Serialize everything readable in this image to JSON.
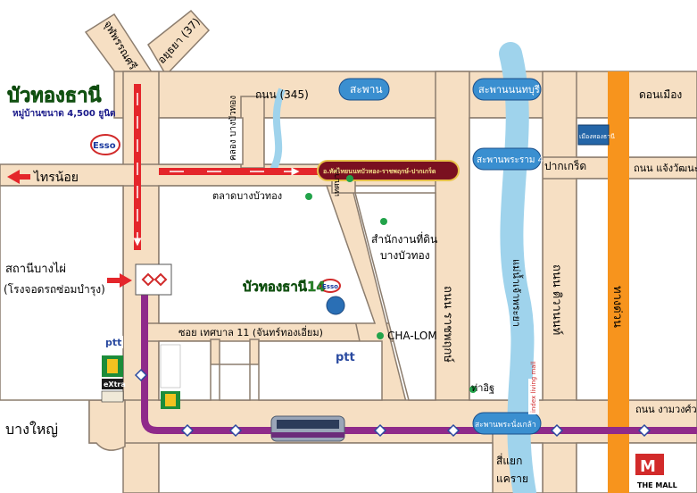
{
  "map": {
    "title": "บัวทองธานี",
    "subtitle": "หมู่บ้านขนาด 4,500 ยูนิต",
    "project_label": "บัวทองธานี14",
    "colors": {
      "road_fill": "#f6dfc3",
      "road_edge": "#8c7d6e",
      "river": "#9fd3ec",
      "expressway": "#f7941d",
      "rail": "#8f2a8a",
      "rail_bubble": "#3a8fd0",
      "red_arrow": "#e4262b",
      "green_dot": "#22a34a",
      "title_green": "#2e8b2e"
    },
    "roads": {
      "r345": "ถนน (345)",
      "ayutthaya": "อยุธยา (37)",
      "juprasri": "จุฬพรรณศรี",
      "ratchaphruek": "ถนน ราชพฤกษ์",
      "tiwanon": "ถนน ติวานนท์",
      "expressway": "ทางด่วน",
      "soi_thetsaban": "ซอย เทศบาล 11 (จันทร์ทองเอี่ยม)",
      "chaengwattana": "ถนน แจ้งวัฒนะ",
      "ngamwongwan": "ถนน งามวงศ์วาน",
      "khlong_bangbuathong": "คลอง บางบัวทอง",
      "river_chaophraya": "แม่น้ำเจ้าพระยา",
      "banner_road": "อ.ทัศไทยนนทบัวทอง-ราชพฤกษ์-ปากเกร็ด"
    },
    "bridges": {
      "bridge1": "สะพาน",
      "nonthaburi": "สะพานนนทบุรี",
      "rama4": "สะพานพระราม 4",
      "phra_nang_klao": "สะพานพระนั่งเกล้า"
    },
    "places": {
      "sai_noi": "ไทรน้อย",
      "bang_yai": "บางใหญ่",
      "bang_phai_station": "สถานีบางไผ่",
      "depot": "(โรงจอดรถซ่อมบำรุง)",
      "don_mueang": "ดอนเมือง",
      "pak_kret": "ปากเกร็ด",
      "market": "ตลาดบางบัวทอง",
      "land_office_1": "สำนักงานที่ดิน",
      "land_office_2": "บางบัวทอง",
      "thetsaban": "เทศบาล",
      "cha_lom": "CHA-LOM",
      "tha_it": "ท่าอิฐ",
      "sii_yaek_1": "สี่แยก",
      "sii_yaek_2": "แคราย",
      "mueang_thong": "เมืองทองธานี",
      "index": "index living mall"
    },
    "brands": {
      "esso": "Esso",
      "ptt": "ptt",
      "extra": "eXtra",
      "mall_logo": "M",
      "mall": "THE MALL"
    }
  }
}
